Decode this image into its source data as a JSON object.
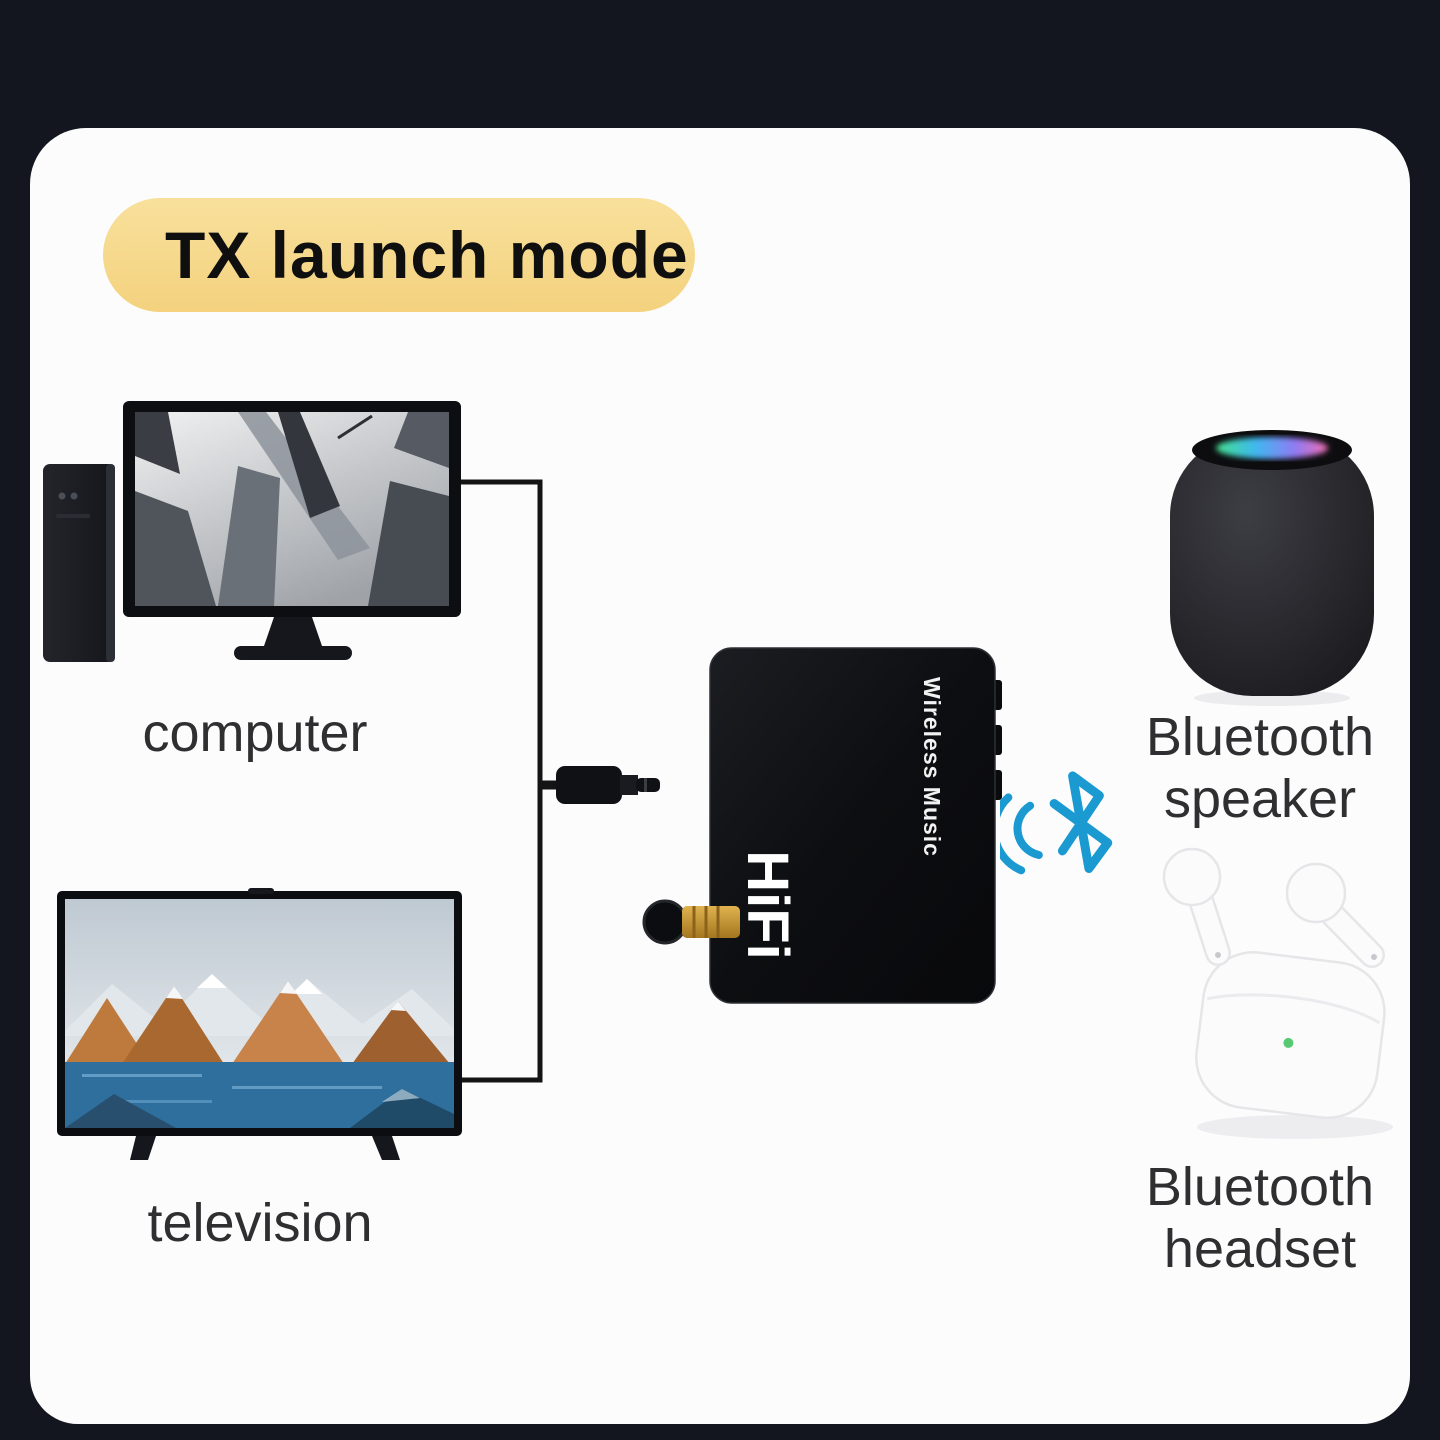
{
  "title": "TX launch mode",
  "transmitter": {
    "brand": "HiFi",
    "subtitle": "Wireless Music"
  },
  "labels": {
    "computer": "computer",
    "television": "television",
    "speaker_line1": "Bluetooth",
    "speaker_line2": "speaker",
    "headset_line1": "Bluetooth",
    "headset_line2": "headset"
  },
  "icons": {
    "bluetooth-icon": "bluetooth-rune-with-signal-arcs",
    "aux-plug-icon": "3.5mm-audio-jack",
    "antenna-connector-icon": "gold-sma-connector",
    "computer-icon": "desktop-pc-with-monitor",
    "television-icon": "flat-screen-tv",
    "speaker-icon": "smart-speaker",
    "earbuds-icon": "wireless-earbuds-with-case"
  },
  "colors": {
    "background": "#13161e",
    "card": "#fcfcfd",
    "title_highlight": "#f6d78c",
    "title_text": "#0f0f10",
    "label_text": "#2f2f31",
    "bluetooth_blue": "#1b9ad2",
    "device_black": "#101114",
    "gold_connector": "#c89434"
  }
}
